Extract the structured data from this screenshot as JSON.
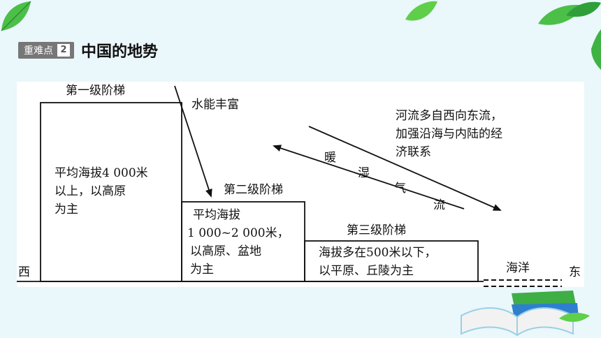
{
  "header": {
    "badge_text": "重难点",
    "badge_number": "2",
    "title": "中国的地势"
  },
  "diagram": {
    "step1_label": "第一级阶梯",
    "step1_desc": [
      "平均海拔4 000米",
      "以上，以高原",
      "为主"
    ],
    "hydro_label": "水能丰富",
    "step2_label": "第二级阶梯",
    "step2_desc": [
      "平均海拔",
      "1 000~2 000米，",
      "以高原、盆地",
      "为主"
    ],
    "step3_label": "第三级阶梯",
    "step3_desc": [
      "海拔多在500米以下，",
      "以平原、丘陵为主"
    ],
    "rivers_desc": [
      "河流多自西向东流，",
      "加强沿海与内陆的经",
      "济联系"
    ],
    "airflow_chars": [
      "暖",
      "湿",
      "气",
      "流"
    ],
    "west": "西",
    "east": "东",
    "ocean": "海洋"
  }
}
